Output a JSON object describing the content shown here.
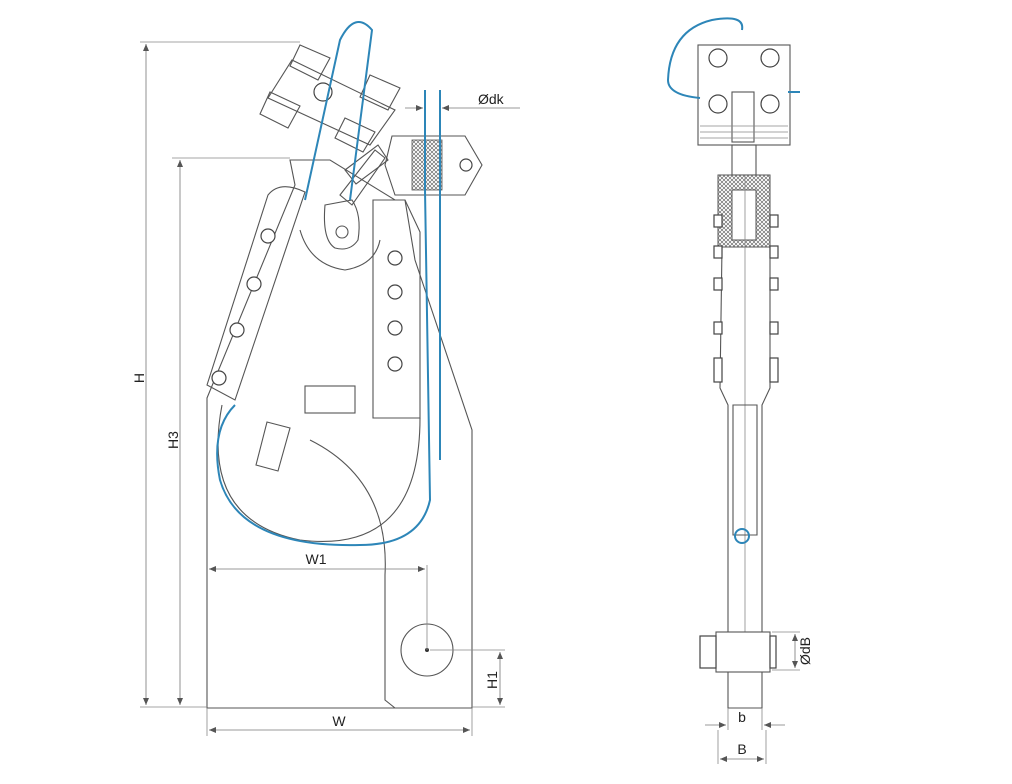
{
  "labels": {
    "H": "H",
    "H3": "H3",
    "H1": "H1",
    "W": "W",
    "W1": "W1",
    "dk": "Ødk",
    "dB": "ØdB",
    "b": "b",
    "B": "B"
  },
  "colors": {
    "conductor": "#2d86b8",
    "outline": "#555555"
  }
}
